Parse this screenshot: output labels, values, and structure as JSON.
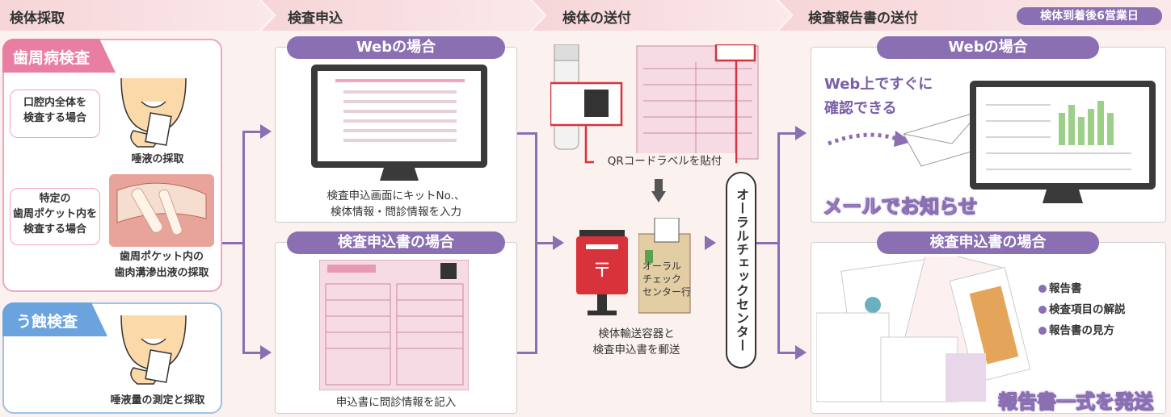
{
  "header": {
    "steps": [
      "検体採取",
      "検査申込",
      "検体の送付",
      "検査報告書の送付"
    ],
    "badge": "検体到着後6営業日"
  },
  "sampling": {
    "perio_tab": "歯周病検査",
    "case_whole": "口腔内全体を\n検査する場合",
    "saliva_collect": "唾液の採取",
    "case_pocket": "特定の\n歯周ポケット内を\n検査する場合",
    "pocket_collect": "歯周ポケット内の\n歯肉溝滲出液の採取",
    "caries_tab": "う蝕検査",
    "caries_collect": "唾液量の測定と採取"
  },
  "application": {
    "web_title": "Webの場合",
    "web_caption": "検査申込画面にキットNo.、\n検体情報・問診情報を入力",
    "paper_title": "検査申込書の場合",
    "paper_caption": "申込書に問診情報を記入"
  },
  "sending": {
    "qr_label": "QRコードラベルを貼付",
    "bag_text": "オーラル\nチェック\nセンター行",
    "mail_caption": "検体輸送容器と\n検査申込書を郵送",
    "center": "オーラルチェックセンター"
  },
  "report": {
    "web_title": "Webの場合",
    "web_note": "Web上ですぐに\n確認できる",
    "mail_notice": "メールでお知らせ",
    "paper_title": "検査申込書の場合",
    "items": [
      "報告書",
      "検査項目の解説",
      "報告書の見方"
    ],
    "send_all": "報告書一式を発送"
  },
  "colors": {
    "accent": "#8a6fb3",
    "pink": "#e87ea1",
    "blue": "#6aa3dd",
    "red": "#d8323a"
  }
}
